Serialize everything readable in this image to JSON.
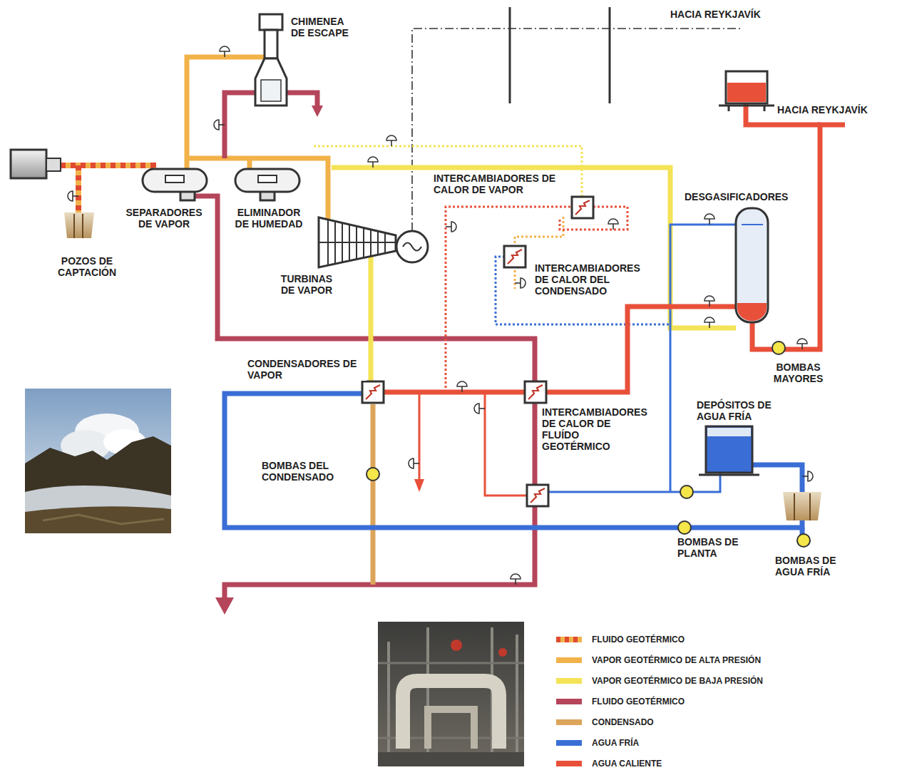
{
  "diagram": {
    "labels": [
      "CHIMENEA DE ESCAPE",
      "HACIA REYKJAVÍK",
      "HACIA REYKJAVÍK",
      "SEPARADORES DE VAPOR",
      "ELIMINADOR DE HUMEDAD",
      "INTERCAMBIADORES DE CALOR DE VAPOR",
      "DESGASIFICADORES",
      "POZOS DE CAPTACIÓN",
      "TURBINAS DE VAPOR",
      "INTERCAMBIADORES DE CALOR DEL CONDENSADO",
      "CONDENSADORES DE VAPOR",
      "BOMBAS MAYORES",
      "INTERCAMBIADORES DE CALOR DE FLUÍDO GEOTÉRMICO",
      "DEPÓSITOS DE AGUA FRÍA",
      "BOMBAS DEL CONDENSADO",
      "BOMBAS DE PLANTA",
      "BOMBAS DE AGUA FRÍA"
    ],
    "legend": [
      {
        "text": "FLUIDO GEOTÉRMICO"
      },
      {
        "text": "VAPOR GEOTÉRMICO DE ALTA PRESIÓN",
        "color": "#f2b24a"
      },
      {
        "text": "VAPOR GEOTÉRMICO DE BAJA PRESIÓN",
        "color": "#f3e356"
      },
      {
        "text": "FLUIDO GEOTÉRMICO",
        "color": "#b5455a"
      },
      {
        "text": "CONDENSADO",
        "color": "#dca55a"
      },
      {
        "text": "AGUA FRÍA",
        "color": "#3a6ed6"
      },
      {
        "text": "AGUA CALIENTE",
        "color": "#e8503a"
      }
    ]
  }
}
